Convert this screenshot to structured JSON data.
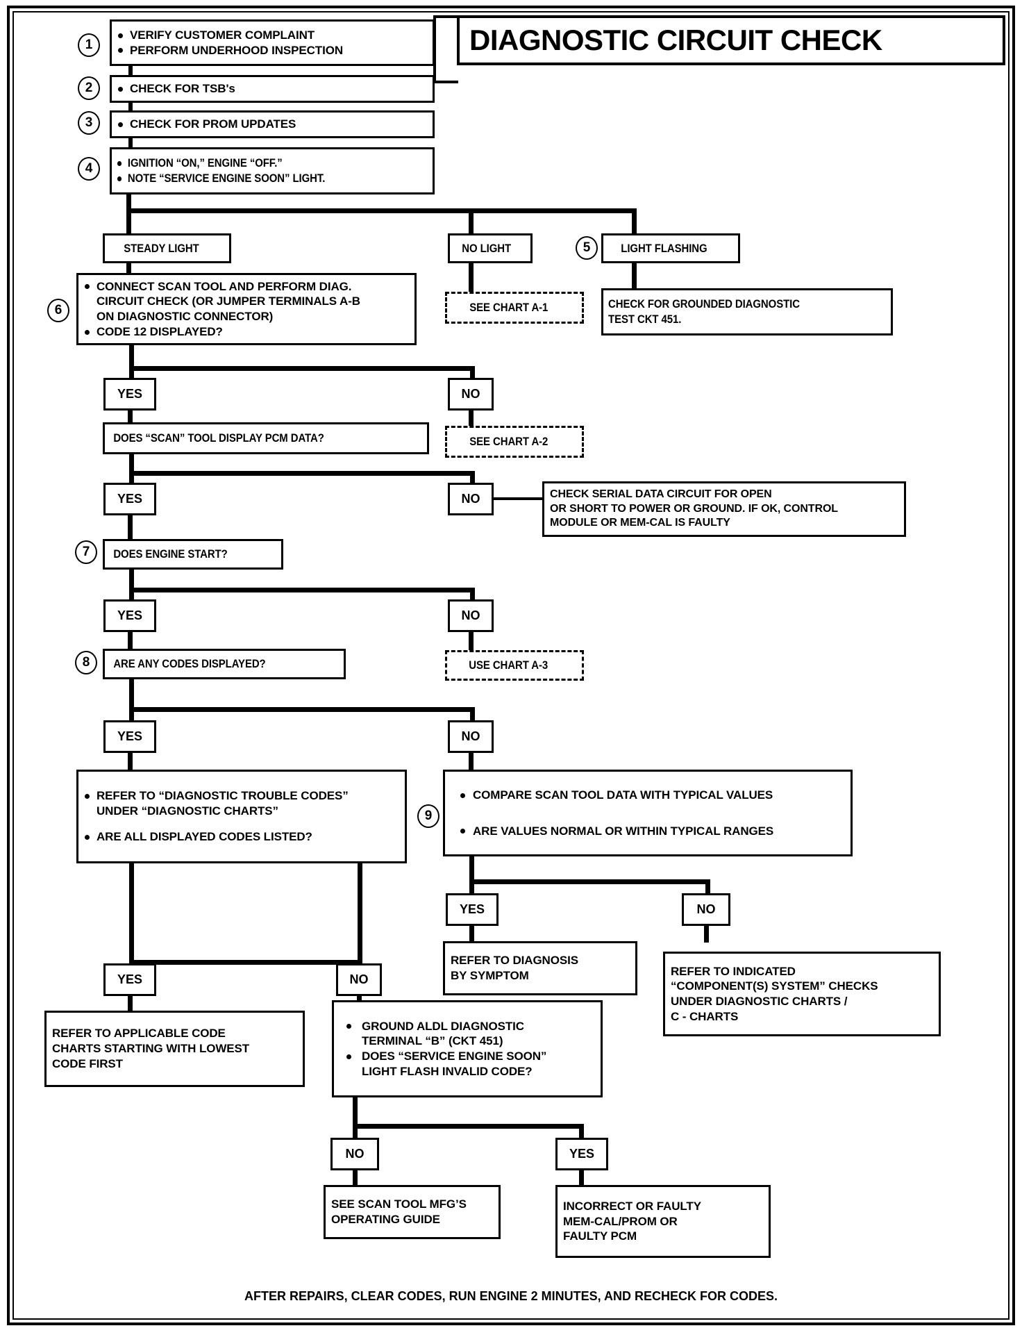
{
  "document": {
    "title": "DIAGNOSTIC CIRCUIT CHECK",
    "footer": "AFTER REPAIRS, CLEAR CODES, RUN ENGINE 2 MINUTES, AND RECHECK FOR CODES."
  },
  "steps": {
    "s1": "1",
    "s2": "2",
    "s3": "3",
    "s4": "4",
    "s5": "5",
    "s6": "6",
    "s7": "7",
    "s8": "8",
    "s9": "9"
  },
  "nodes": {
    "step1": {
      "lines": [
        "VERIFY CUSTOMER COMPLAINT",
        "PERFORM UNDERHOOD INSPECTION"
      ]
    },
    "step2": {
      "lines": [
        "CHECK FOR TSB's"
      ]
    },
    "step3": {
      "lines": [
        "CHECK FOR PROM UPDATES"
      ]
    },
    "step4": {
      "lines": [
        "IGNITION “ON,” ENGINE  “OFF.”",
        "NOTE “SERVICE ENGINE SOON” LIGHT."
      ]
    },
    "steady_light": {
      "label": "STEADY LIGHT"
    },
    "no_light": {
      "label": "NO LIGHT"
    },
    "light_flashing": {
      "label": "LIGHT  FLASHING"
    },
    "step6": {
      "lines": [
        "CONNECT SCAN TOOL AND PERFORM DIAG.",
        "CIRCUIT CHECK (OR JUMPER TERMINALS A-B",
        "ON DIAGNOSTIC CONNECTOR)",
        "CODE 12 DISPLAYED?"
      ]
    },
    "chart_a1": {
      "label": "SEE CHART A-1"
    },
    "grounded_ckt": {
      "lines": [
        "CHECK FOR GROUNDED DIAGNOSTIC",
        "TEST CKT 451."
      ]
    },
    "scan_pcm": {
      "label": "DOES “SCAN” TOOL DISPLAY PCM DATA?"
    },
    "chart_a2": {
      "label": "SEE CHART A-2"
    },
    "serial_data": {
      "lines": [
        "CHECK SERIAL DATA CIRCUIT FOR OPEN",
        "OR SHORT TO POWER OR GROUND. IF OK, CONTROL",
        "MODULE OR MEM-CAL IS FAULTY"
      ]
    },
    "step7": {
      "label": "DOES ENGINE START?"
    },
    "chart_a3": {
      "label": "USE CHART A-3"
    },
    "step8": {
      "label": "ARE ANY CODES DISPLAYED?"
    },
    "refer_dtc": {
      "lines": [
        "REFER TO “DIAGNOSTIC TROUBLE CODES”",
        "UNDER “DIAGNOSTIC CHARTS”",
        "ARE ALL DISPLAYED CODES LISTED?"
      ]
    },
    "step9": {
      "lines": [
        "COMPARE SCAN TOOL DATA WITH TYPICAL VALUES",
        "ARE VALUES NORMAL OR WITHIN TYPICAL RANGES"
      ]
    },
    "diag_symptom": {
      "lines": [
        "REFER TO DIAGNOSIS",
        "BY SYMPTOM"
      ]
    },
    "refer_indicated": {
      "lines": [
        "REFER TO INDICATED",
        "“COMPONENT(S) SYSTEM” CHECKS",
        "UNDER DIAGNOSTIC CHARTS /",
        "C - CHARTS"
      ]
    },
    "applicable_code": {
      "lines": [
        "REFER TO APPLICABLE CODE",
        "CHARTS STARTING WITH LOWEST",
        "CODE FIRST"
      ]
    },
    "ground_aldl": {
      "lines": [
        "GROUND ALDL DIAGNOSTIC",
        "TERMINAL “B” (CKT 451)",
        "DOES “SERVICE ENGINE SOON”",
        "LIGHT FLASH INVALID CODE?"
      ]
    },
    "mfg_guide": {
      "lines": [
        "SEE SCAN TOOL  MFG’S",
        "OPERATING GUIDE"
      ]
    },
    "faulty_memcal": {
      "lines": [
        "INCORRECT OR FAULTY",
        "MEM-CAL/PROM OR",
        "FAULTY PCM"
      ]
    }
  },
  "decisions": {
    "yes": "YES",
    "no": "NO"
  }
}
